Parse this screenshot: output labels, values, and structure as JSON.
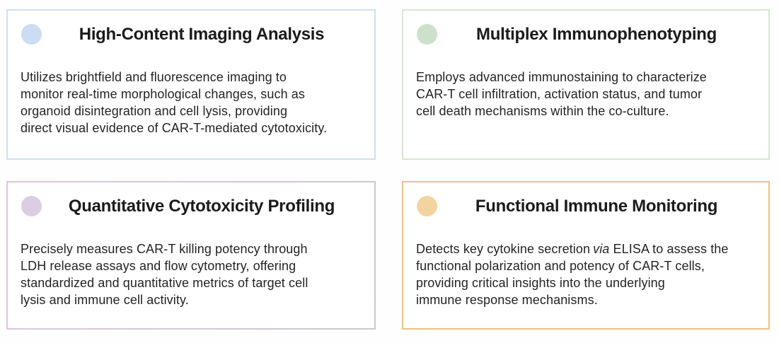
{
  "cards": [
    {
      "title": "High-Content Imaging Analysis",
      "dot_color": "#cbdcf4",
      "border_color": "#cfe0f1",
      "body_lines": [
        [
          {
            "text": "Utilizes brightfield and fluorescence imaging to"
          }
        ],
        [
          {
            "text": "monitor real-time morphological changes, such as"
          }
        ],
        [
          {
            "text": "organoid disintegration and cell lysis, providing"
          }
        ],
        [
          {
            "text": "direct visual evidence of CAR-T-mediated cytotoxicity."
          }
        ]
      ]
    },
    {
      "title": "Multiplex Immunophenotyping",
      "dot_color": "#cde0ca",
      "border_color": "#d6e7d2",
      "body_lines": [
        [
          {
            "text": "Employs advanced immunostaining to characterize"
          }
        ],
        [
          {
            "text": "CAR-T cell infiltration, activation status, and tumor"
          }
        ],
        [
          {
            "text": "cell death mechanisms within the co-culture."
          }
        ]
      ]
    },
    {
      "title": "Quantitative Cytotoxicity Profiling",
      "dot_color": "#dccde3",
      "border_color": "#d5c9da",
      "border_gradient": [
        "#ddc7e2",
        "#c9c9cb"
      ],
      "body_lines": [
        [
          {
            "text": "Precisely measures CAR-T killing potency through"
          }
        ],
        [
          {
            "text": "LDH release assays and flow cytometry, offering"
          }
        ],
        [
          {
            "text": "standardized and quantitative metrics of target cell"
          }
        ],
        [
          {
            "text": "lysis and immune cell activity."
          }
        ]
      ]
    },
    {
      "title": "Functional Immune Monitoring",
      "dot_color": "#f3d4a0",
      "border_color": "#eec183",
      "body_lines": [
        [
          {
            "text": "Detects key cytokine secretion"
          },
          {
            "text": "via",
            "italic": true
          },
          {
            "text": " ELISA to assess the"
          }
        ],
        [
          {
            "text": "functional polarization and potency of CAR-T cells,"
          }
        ],
        [
          {
            "text": "providing critical insights into the underlying"
          }
        ],
        [
          {
            "text": "immune response mechanisms."
          }
        ]
      ]
    }
  ]
}
